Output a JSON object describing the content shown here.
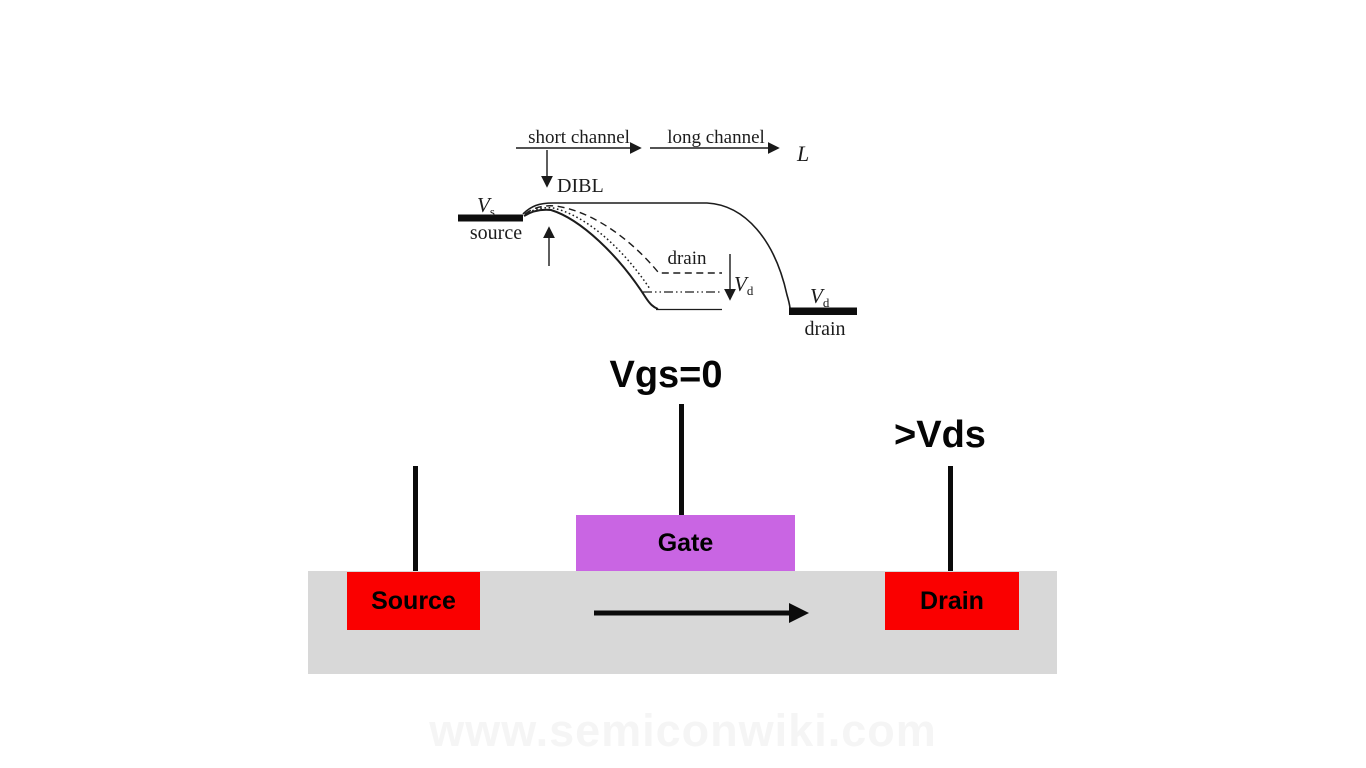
{
  "band_diagram": {
    "axis_label_short": "short channel",
    "axis_label_long": "long channel",
    "axis_symbol": "L",
    "dibl_label": "DIBL",
    "source_level": {
      "symbol": "V",
      "symbol_sub": "s",
      "label": "source"
    },
    "mid_drain": {
      "label": "drain",
      "symbol": "V",
      "symbol_sub": "d"
    },
    "right_drain": {
      "symbol": "V",
      "symbol_sub": "d",
      "label": "drain"
    }
  },
  "mosfet": {
    "gate_voltage": "Vgs=0",
    "drain_voltage": ">Vds",
    "source_label": "Source",
    "gate_label": "Gate",
    "drain_label": "Drain",
    "colors": {
      "contact_red": "#fa0000",
      "gate_purple": "#c965e3",
      "substrate_gray": "#d8d8d8",
      "line_black": "#1a1a1a"
    }
  },
  "watermark": {
    "text": "www.semiconwiki.com",
    "color": "#f5f5f5"
  }
}
